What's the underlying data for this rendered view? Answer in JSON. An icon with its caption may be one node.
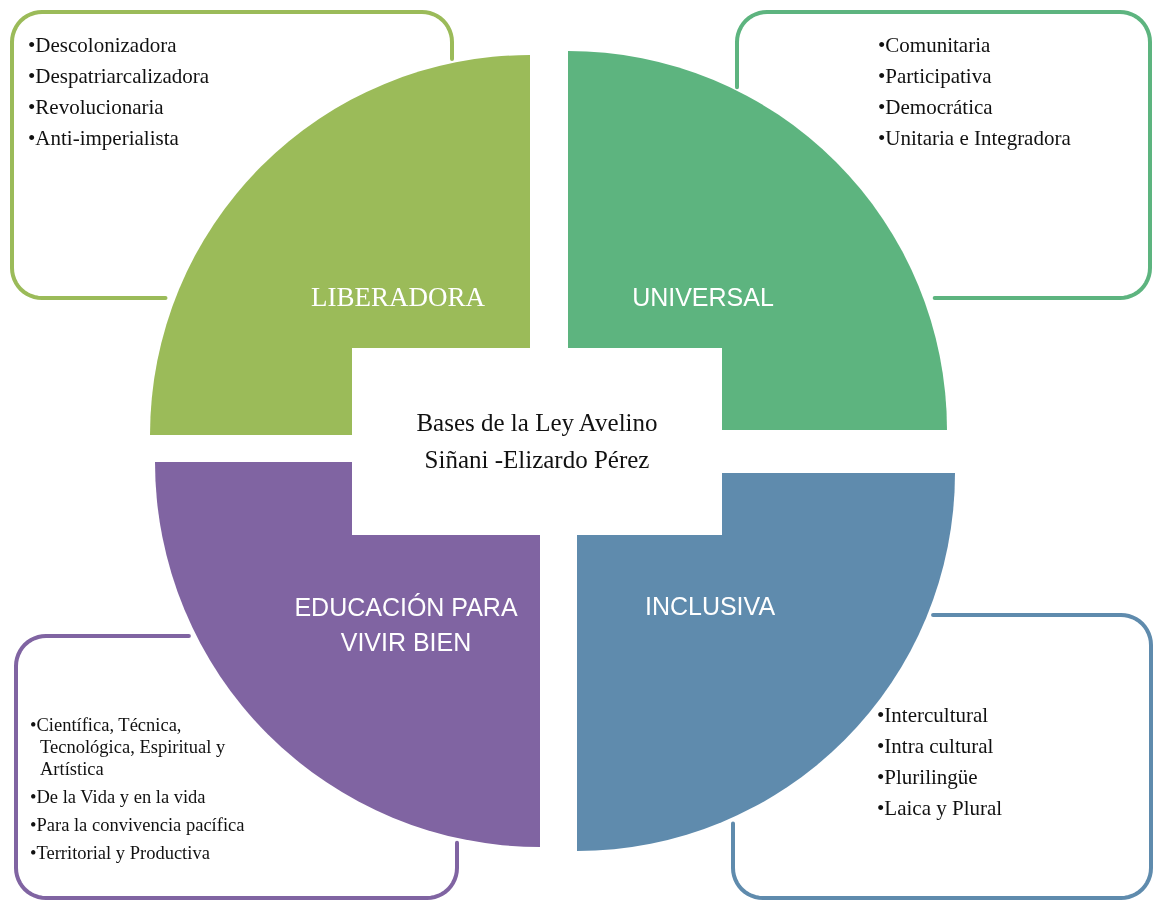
{
  "diagram": {
    "nodes": [
      {
        "text": [
          "•Descolonizadora",
          "•Despatriarcalizadora",
          "•Revolucionaria",
          "•Anti-imperialista"
        ]
      },
      {
        "text": [
          "LIBERADORA"
        ]
      },
      {
        "text": [
          "UNIVERSAL"
        ]
      },
      {
        "text": [
          "•Comunitaria",
          "•Participativa",
          "•Democrática",
          "•Unitaria e Integradora"
        ]
      },
      {
        "text": [
          "Bases de la Ley Avelino Siñani -Elizardo Pérez"
        ]
      },
      {
        "text": [
          "EDUCACIÓN PARA VIVIR BIEN"
        ]
      },
      {
        "text": [
          "INCLUSIVA"
        ]
      },
      {
        "text": [
          "•Científica, Técnica, Tecnológica, Espiritual y Artística",
          "•De la Vida y en la vida",
          "•Para la convivencia pacífica",
          "•Territorial y Productiva"
        ]
      },
      {
        "text": [
          "•Intercultural",
          "•Intra cultural",
          "•Plurilingüe",
          "•Laica y Plural"
        ]
      }
    ]
  }
}
